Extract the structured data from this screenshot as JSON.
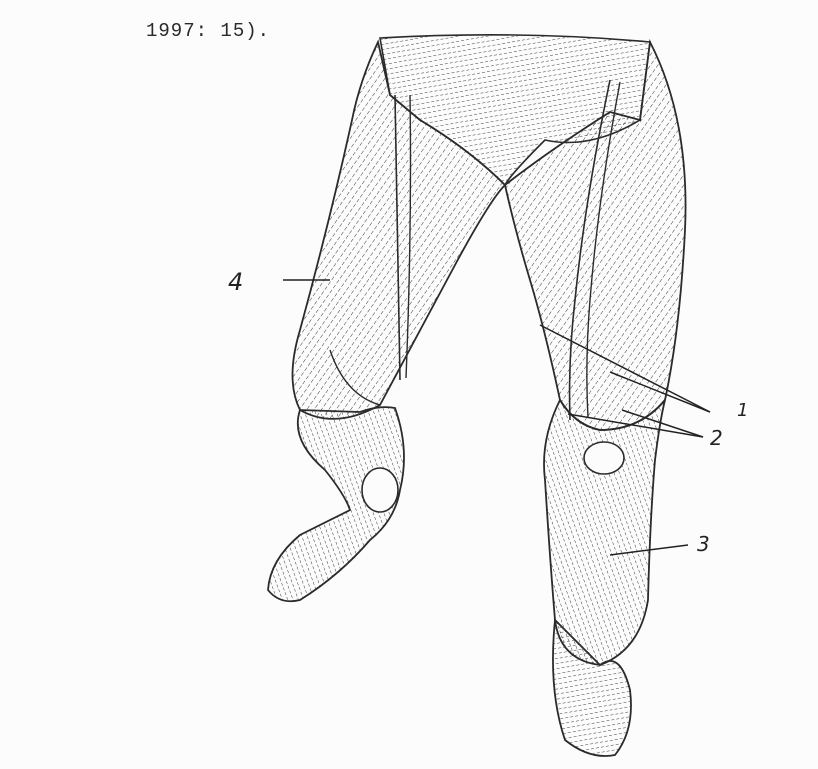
{
  "document": {
    "citation": "1997: 15)."
  },
  "figure": {
    "subject": "leg-muscles-front-view",
    "labels": [
      {
        "id": "1",
        "text": "1"
      },
      {
        "id": "2",
        "text": "2"
      },
      {
        "id": "3",
        "text": "3"
      },
      {
        "id": "4",
        "text": "4"
      }
    ],
    "colors": {
      "ink": "#2b2b2b",
      "paper": "#fcfcfc"
    }
  }
}
